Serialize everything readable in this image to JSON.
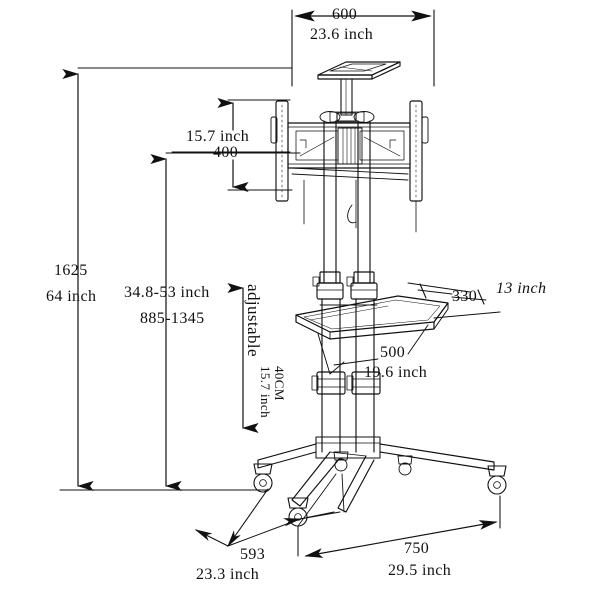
{
  "diagram": {
    "title": "TV cart / mobile stand technical dimension drawing",
    "units_note": "millimetres with inch equivalents",
    "dimensions": {
      "top_width": {
        "mm": "600",
        "inch": "23.6 inch"
      },
      "vesa_height": {
        "mm": "400",
        "inch": "15.7 inch"
      },
      "overall_height": {
        "mm": "1625",
        "inch": "64 inch"
      },
      "adjustable_range": {
        "mm": "885-1345",
        "inch": "34.8-53 inch"
      },
      "adjustable_label": "adjustable",
      "adjustable_travel": {
        "inch": "15.7 inch",
        "cm": "40CM"
      },
      "shelf_depth": {
        "mm": "330",
        "inch": "13 inch"
      },
      "shelf_width": {
        "mm": "500",
        "inch": "19.6 inch"
      },
      "base_depth": {
        "mm": "593",
        "inch": "23.3 inch"
      },
      "base_width": {
        "mm": "750",
        "inch": "29.5 inch"
      }
    },
    "colors": {
      "line": "#1a1a1a",
      "background": "#ffffff",
      "text": "#111111"
    }
  }
}
